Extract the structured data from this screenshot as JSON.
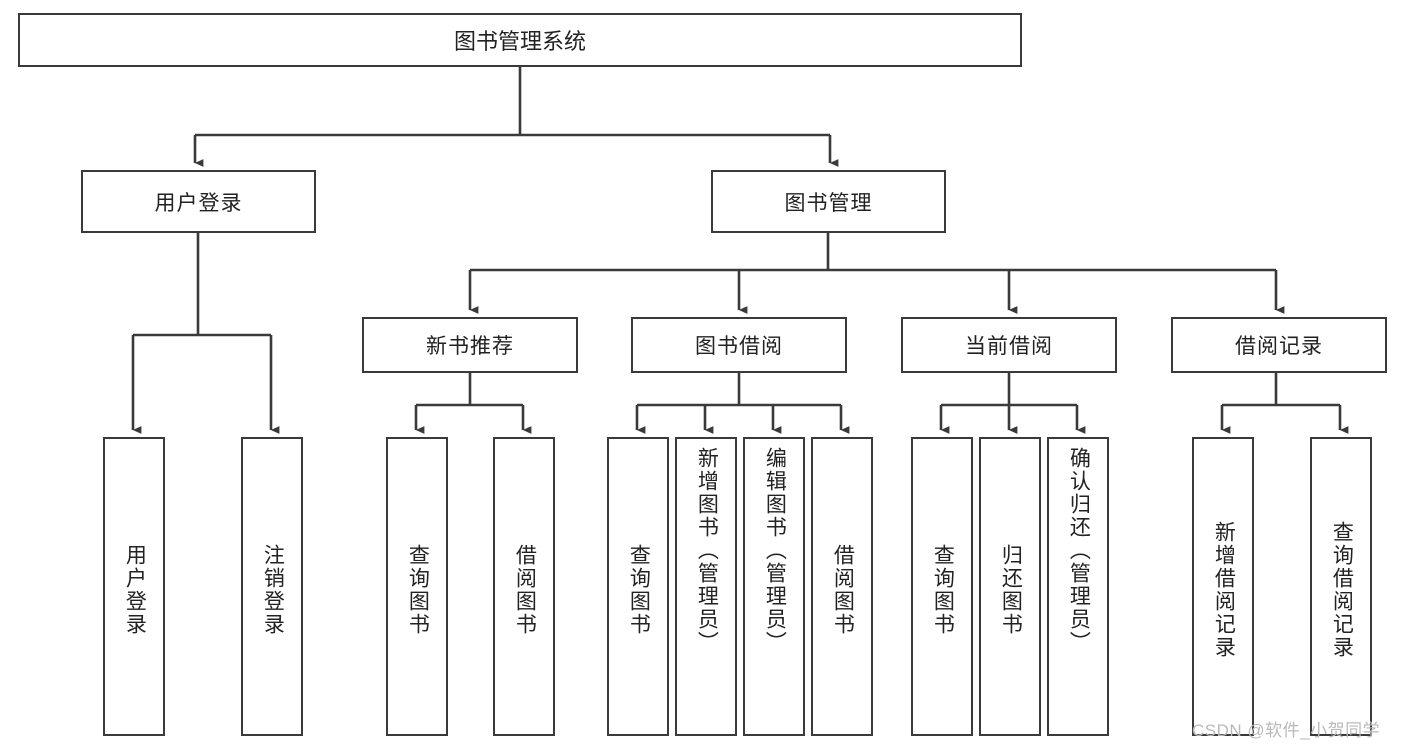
{
  "diagram": {
    "title": "图书管理系统",
    "type": "tree-hierarchy",
    "watermark": "CSDN @软件_小贺同学",
    "colors": {
      "border": "#3a3a3a",
      "text": "#222222",
      "background": "#ffffff",
      "connector": "#3a3a3a",
      "watermark": "#b9b9b9"
    }
  },
  "nodes": {
    "root": {
      "label": "图书管理系统"
    },
    "level2": [
      {
        "id": "user-login",
        "label": "用户登录"
      },
      {
        "id": "book-manage",
        "label": "图书管理"
      }
    ],
    "level3": [
      {
        "id": "new-book-recommend",
        "label": "新书推荐"
      },
      {
        "id": "book-borrow",
        "label": "图书借阅"
      },
      {
        "id": "current-borrow",
        "label": "当前借阅"
      },
      {
        "id": "borrow-record",
        "label": "借阅记录"
      }
    ],
    "leaves": {
      "user-login": [
        {
          "id": "leaf-user-login",
          "label": "用户登录"
        },
        {
          "id": "leaf-user-logout",
          "label": "注销登录"
        }
      ],
      "new-book-recommend": [
        {
          "id": "leaf-query-book-1",
          "label": "查询图书"
        },
        {
          "id": "leaf-borrow-book-1",
          "label": "借阅图书"
        }
      ],
      "book-borrow": [
        {
          "id": "leaf-query-book-2",
          "label": "查询图书"
        },
        {
          "id": "leaf-add-book",
          "label": "新增图书（管理员）"
        },
        {
          "id": "leaf-edit-book",
          "label": "编辑图书（管理员）"
        },
        {
          "id": "leaf-borrow-book-2",
          "label": "借阅图书"
        }
      ],
      "current-borrow": [
        {
          "id": "leaf-query-book-3",
          "label": "查询图书"
        },
        {
          "id": "leaf-return-book",
          "label": "归还图书"
        },
        {
          "id": "leaf-confirm-return",
          "label": "确认归还（管理员）"
        }
      ],
      "borrow-record": [
        {
          "id": "leaf-add-record",
          "label": "新增借阅记录"
        },
        {
          "id": "leaf-query-record",
          "label": "查询借阅记录"
        }
      ]
    }
  }
}
